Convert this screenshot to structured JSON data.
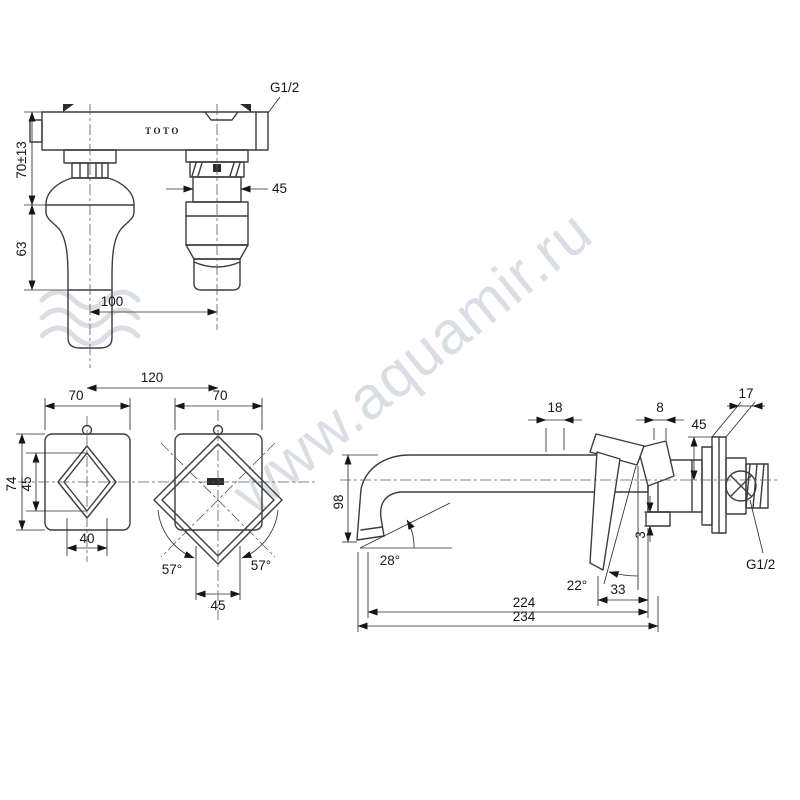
{
  "watermark": {
    "text": "www.aquamir.ru"
  },
  "brand": "TOTO",
  "top_view": {
    "g_half": "G1/2",
    "d70": "70±13",
    "d63": "63",
    "d45": "45",
    "d100": "100"
  },
  "front_view": {
    "d120": "120",
    "d70_left": "70",
    "d70_right": "70",
    "d74": "74",
    "d45_left": "45",
    "d40": "40",
    "a57_left": "57°",
    "a57_right": "57°",
    "d45_bottom": "45"
  },
  "side_view": {
    "d18": "18",
    "d8": "8",
    "d45": "45",
    "d17": "17",
    "d98": "98",
    "d3": "3",
    "a28": "28°",
    "a22": "22°",
    "d33": "33",
    "d224": "224",
    "d234": "234",
    "g_half": "G1/2"
  }
}
